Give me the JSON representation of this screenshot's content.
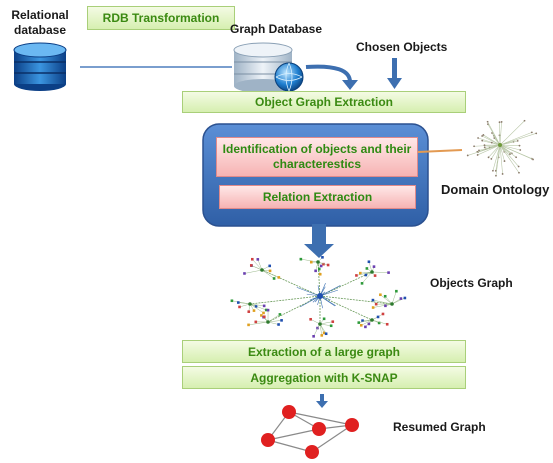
{
  "labels": {
    "relational_db": "Relational\ndatabase",
    "rdb_transformation": "RDB Transformation",
    "graph_database": "Graph Database",
    "chosen_objects": "Chosen Objects",
    "object_graph_extraction": "Object Graph Extraction",
    "identification": "Identification of objects and  their characterestics",
    "relation_extraction": "Relation Extraction",
    "domain_ontology": "Domain Ontology",
    "objects_graph": "Objects Graph",
    "extraction_large_graph": "Extraction of a large graph",
    "aggregation_ksnap": "Aggregation with K-SNAP",
    "resumed_graph": "Resumed Graph"
  },
  "colors": {
    "green_text": "#3b8a12",
    "blue_container": "#3f6fb3",
    "arrow_blue": "#3d6fb0"
  }
}
